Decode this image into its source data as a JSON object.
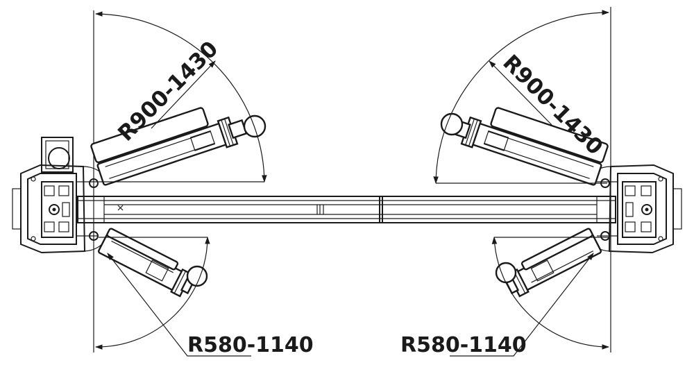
{
  "labels": {
    "top_left_radius": "R900-1430",
    "top_right_radius": "R900-1430",
    "bottom_left_radius": "R580-1140",
    "bottom_right_radius": "R580-1140"
  },
  "colors": {
    "ink": "#1a1a1a",
    "background": "#ffffff"
  }
}
